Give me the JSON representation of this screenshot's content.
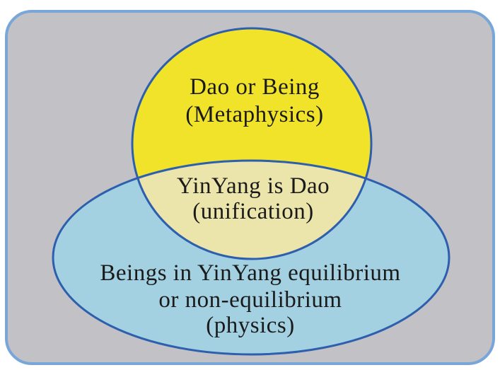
{
  "diagram": {
    "type": "venn",
    "outer_background": "#ffffff",
    "panel": {
      "fill": "#c2c2c6",
      "border_color": "#78a6d8"
    },
    "outline_color": "#2d5fae",
    "text_color": "#1a1a1a",
    "regions": {
      "metaphysics": {
        "fill": "#f0e329",
        "lines": [
          "Dao or Being",
          "(Metaphysics)"
        ]
      },
      "unification": {
        "fill": "#ebe4ab",
        "lines": [
          "YinYang is Dao",
          "(unification)"
        ]
      },
      "physics": {
        "fill": "#a3d1e1",
        "lines": [
          "Beings in YinYang equilibrium",
          "or non-equilibrium",
          "(physics)"
        ]
      }
    }
  }
}
